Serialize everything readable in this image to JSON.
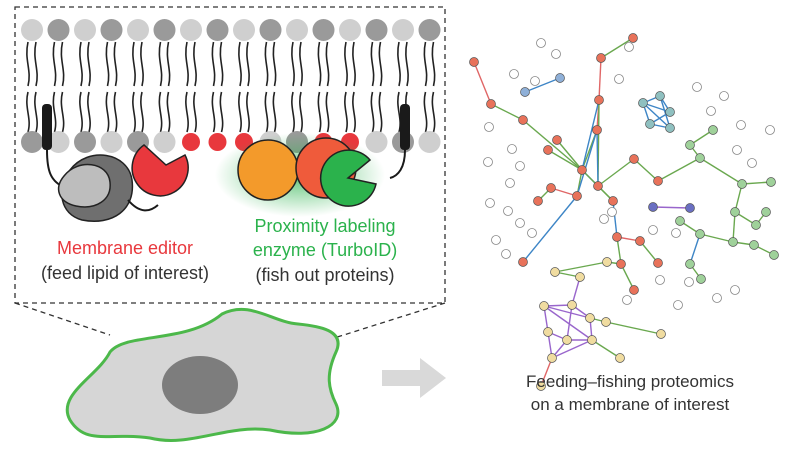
{
  "diagram": {
    "editor_label": "Membrane editor",
    "editor_sublabel": "(feed lipid of interest)",
    "enzyme_label_line1": "Proximity labeling",
    "enzyme_label_line2": "enzyme (TurboID)",
    "enzyme_sublabel": "(fish out proteins)",
    "caption_line1": "Feeding–fishing proteomics",
    "caption_line2": "on a membrane of interest",
    "colors": {
      "editor_red": "#e8383d",
      "enzyme_green": "#2bb24c",
      "enzyme_orange": "#f39a2b",
      "cell_outline": "#4cb84a",
      "cell_fill": "#d6d6d6",
      "nucleus": "#7d7d7d",
      "arrow": "#d9d9d9",
      "lipid_dark": "#9a9a9a",
      "lipid_light": "#cfcfcf"
    }
  }
}
